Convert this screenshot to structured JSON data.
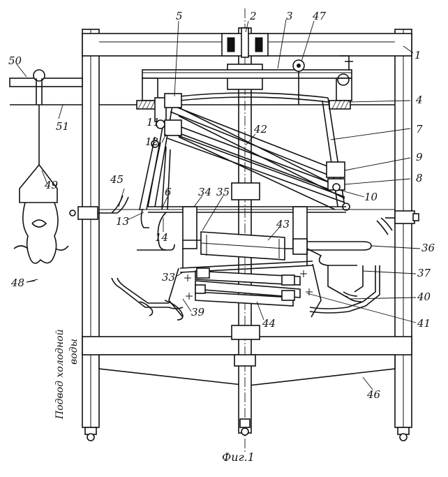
{
  "figure": {
    "caption": "Фиг.1",
    "side_note": [
      "Подвод холодной",
      "воды"
    ],
    "labels": {
      "l1": "1",
      "l2": "2",
      "l3": "3",
      "l4": "4",
      "l5": "5",
      "l6": "6",
      "l7": "7",
      "l8": "8",
      "l9": "9",
      "l10": "10",
      "l11": "11",
      "l12": "12",
      "l13": "13",
      "l14": "14",
      "l33": "33",
      "l34": "34",
      "l35": "35",
      "l36": "36",
      "l37": "37",
      "l39": "39",
      "l40": "40",
      "l41": "41",
      "l42": "42",
      "l43": "43",
      "l44": "44",
      "l45": "45",
      "l46": "46",
      "l47": "47",
      "l48": "48",
      "l49": "49",
      "l50": "50",
      "l51": "51"
    }
  }
}
